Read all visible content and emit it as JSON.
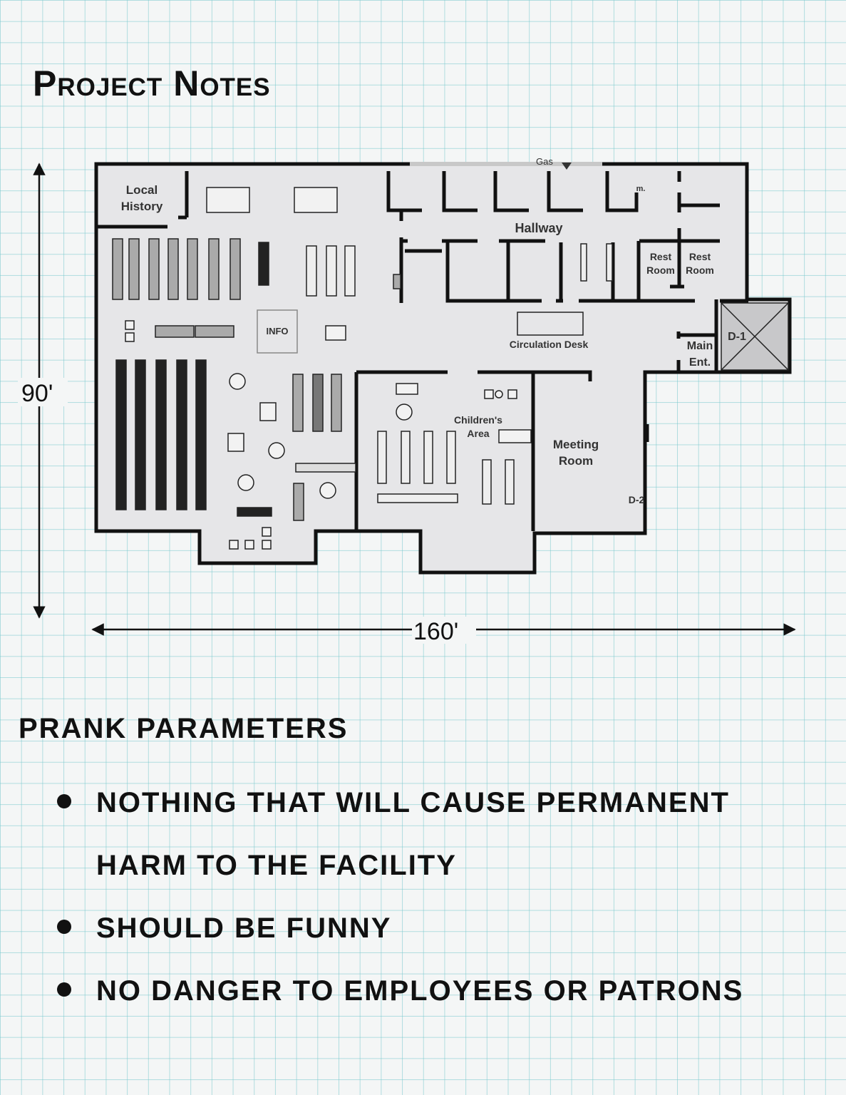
{
  "title": "Project Notes",
  "dimensions": {
    "height": "90'",
    "width": "160'"
  },
  "floor_plan": {
    "labels": {
      "gas": "Gas",
      "mech": "m.",
      "local_history": [
        "Local",
        "History"
      ],
      "hallway": "Hallway",
      "rest_room_1": [
        "Rest",
        "Room"
      ],
      "rest_room_2": [
        "Rest",
        "Room"
      ],
      "info": "INFO",
      "circulation_desk": "Circulation Desk",
      "main_entrance": [
        "Main",
        "Ent."
      ],
      "door_1": "D-1",
      "door_2": "D-2",
      "childrens_area": [
        "Children's",
        "Area"
      ],
      "meeting_room": [
        "Meeting",
        "Room"
      ]
    }
  },
  "prank_parameters": {
    "heading": "Prank Parameters",
    "items": [
      "Nothing that will cause permanent harm to the facility",
      "Should be funny",
      "No danger to employees or patrons"
    ]
  }
}
